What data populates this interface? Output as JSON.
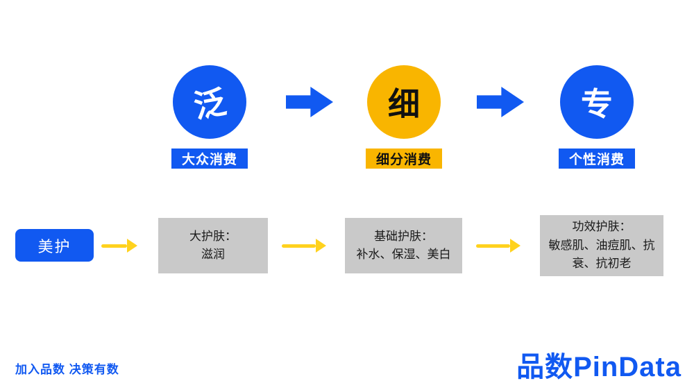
{
  "colors": {
    "blue": "#1159F1",
    "yellow": "#F9B500",
    "arrow_yellow": "#FFD21E",
    "box_gray": "#C9C9C9",
    "text_dark": "#1a1a1a"
  },
  "stages": [
    {
      "circle_char": "泛",
      "label": "大众消费",
      "theme": "blue"
    },
    {
      "circle_char": "细",
      "label": "细分消费",
      "theme": "yellow"
    },
    {
      "circle_char": "专",
      "label": "个性消费",
      "theme": "blue"
    }
  ],
  "flow": {
    "source_label": "美护",
    "boxes": [
      {
        "title": "大护肤：",
        "detail": "滋润"
      },
      {
        "title": "基础护肤：",
        "detail": "补水、保湿、美白"
      },
      {
        "title": "功效护肤：",
        "detail": "敏感肌、油痘肌、抗衰、抗初老"
      }
    ]
  },
  "footer": {
    "slogan": "加入品数 决策有数",
    "logo_cn": "品数",
    "logo_en": "PinData"
  }
}
